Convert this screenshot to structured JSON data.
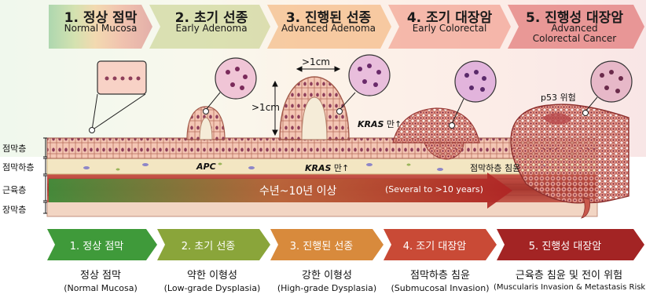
{
  "header_stages": [
    {
      "title": "1. 정상 점막",
      "subtitle": "Normal Mucosa"
    },
    {
      "title": "2. 초기 선종",
      "subtitle": "Early Adenoma"
    },
    {
      "title": "3. 진행된 선종",
      "subtitle": "Advanced Adenoma"
    },
    {
      "title": "4. 조기 대장암",
      "subtitle": "Early Colorectal"
    },
    {
      "title": "5. 진행성 대장암",
      "subtitle": "Advanced Colorectal Cancer"
    }
  ],
  "layers": [
    "점막층",
    "점막하층",
    "근육층",
    "장막층"
  ],
  "annotations": {
    "apc": "APC",
    "kras1": "KRAS",
    "kras1_suffix": " 만↑",
    "kras2": "KRAS",
    "kras2_suffix": " 만↑",
    "dim_width": ">1cm",
    "dim_height": ">1cm",
    "p53": "p53 위험",
    "submucosal": "점막하층 침윤"
  },
  "timeline": {
    "label": "수년~10년 이상",
    "sub": "(Several to >10 years)"
  },
  "bottom_stages": [
    {
      "title": "1. 정상 점막",
      "color": "#3f9a3a",
      "desc": "정상 점막",
      "desc_en": "(Normal Mucosa)"
    },
    {
      "title": "2. 초기 선종",
      "color": "#8aa53a",
      "desc": "약한 이형성",
      "desc_en": "(Low-grade Dysplasia)"
    },
    {
      "title": "3. 진행된 선종",
      "color": "#d88a3c",
      "desc": "강한 이형성",
      "desc_en": "(High-grade Dysplasia)"
    },
    {
      "title": "4. 조기 대장암",
      "color": "#c94a36",
      "desc": "점막하층 침윤",
      "desc_en": "(Submucosal Invasion)"
    },
    {
      "title": "5. 진행성 대장암",
      "color": "#a32424",
      "desc": "근육층 침윤 및 전이 위험",
      "desc_en": "(Muscularis Invasion & Metastasis Risk)"
    }
  ]
}
